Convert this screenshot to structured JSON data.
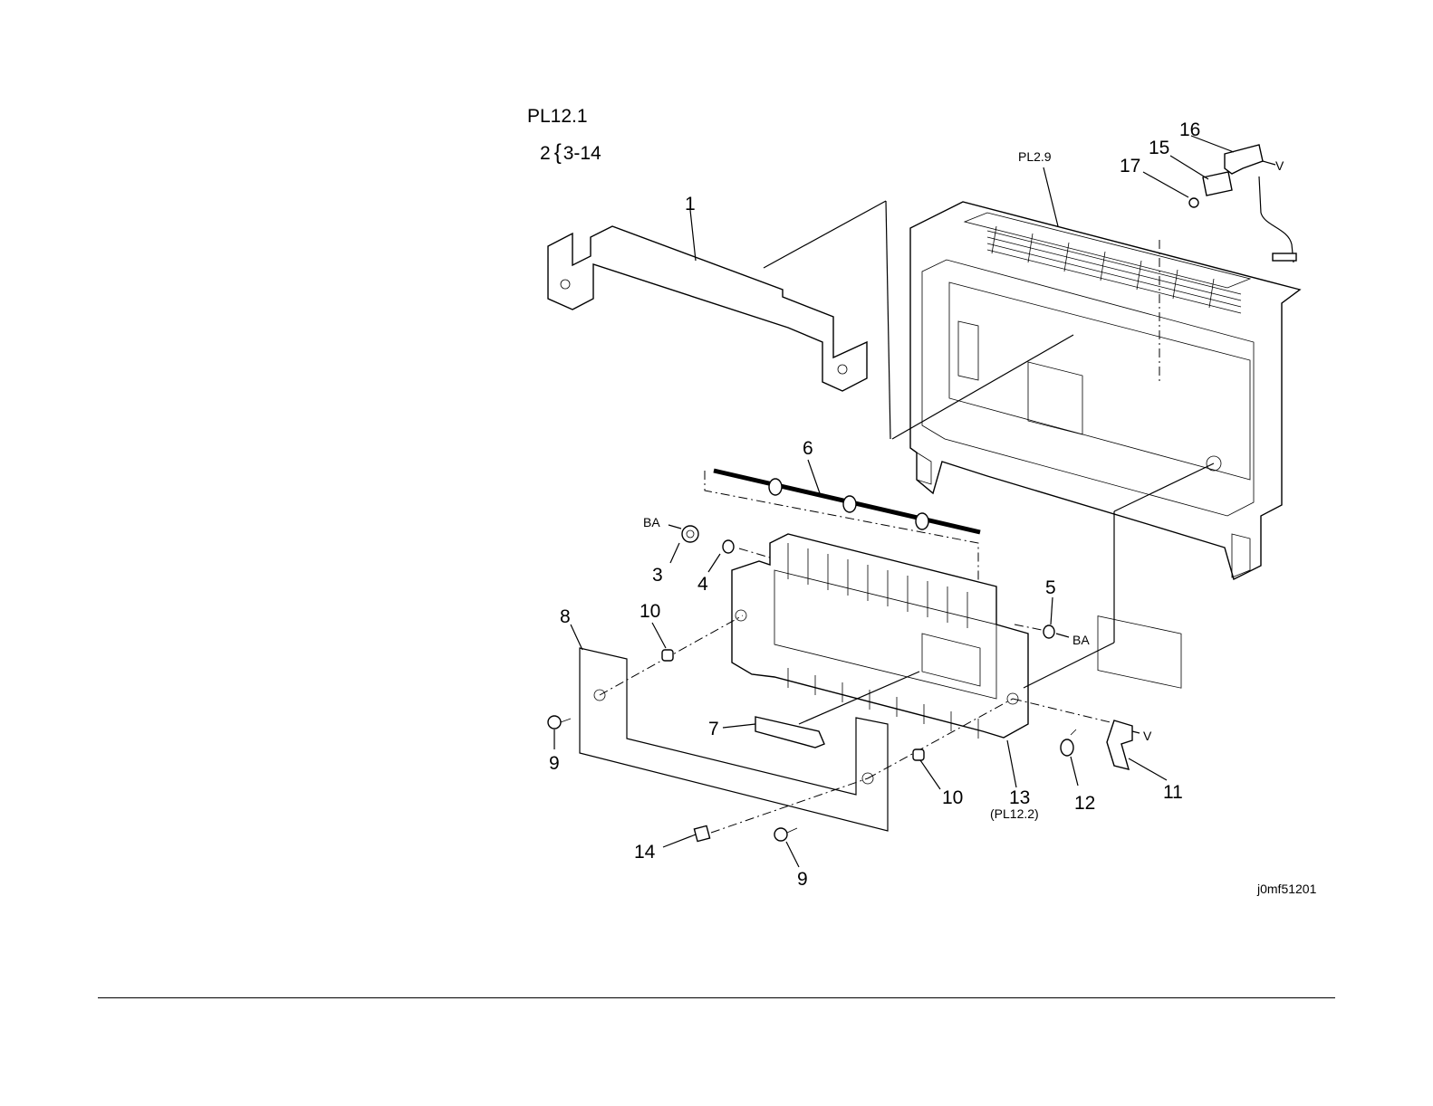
{
  "header": {
    "title": "PL12.1",
    "range_prefix": "2",
    "range": "3-14"
  },
  "figure_id": "j0mf51201",
  "callouts": {
    "c1": "1",
    "c3": "3",
    "c4": "4",
    "c5": "5",
    "c6": "6",
    "c7": "7",
    "c8": "8",
    "c9a": "9",
    "c9b": "9",
    "c10a": "10",
    "c10b": "10",
    "c11": "11",
    "c12": "12",
    "c13": "13",
    "c13ref": "(PL12.2)",
    "c14": "14",
    "c15": "15",
    "c16": "16",
    "c17": "17"
  },
  "references": {
    "pl29": "PL2.9",
    "ba_left": "BA",
    "ba_right": "BA",
    "v_top": "V",
    "v_bottom": "V"
  }
}
